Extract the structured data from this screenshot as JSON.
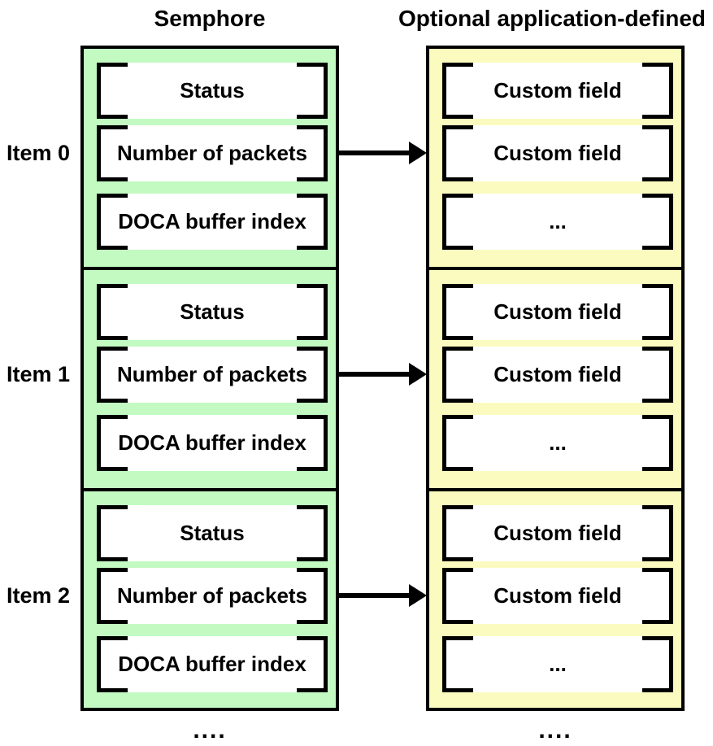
{
  "columns": {
    "semaphore": {
      "title": "Semphore",
      "fill": "#c2fac2",
      "ellipsis": "...."
    },
    "custom": {
      "title": "Optional application-defined",
      "fill": "#fbfbc0",
      "ellipsis": "...."
    }
  },
  "items": [
    {
      "label": "Item 0",
      "semaphore_fields": [
        "Status",
        "Number of packets",
        "DOCA buffer index"
      ],
      "custom_fields": [
        "Custom field",
        "Custom field",
        "..."
      ]
    },
    {
      "label": "Item 1",
      "semaphore_fields": [
        "Status",
        "Number of packets",
        "DOCA buffer index"
      ],
      "custom_fields": [
        "Custom field",
        "Custom field",
        "..."
      ]
    },
    {
      "label": "Item 2",
      "semaphore_fields": [
        "Status",
        "Number of packets",
        "DOCA buffer index"
      ],
      "custom_fields": [
        "Custom field",
        "Custom field",
        "..."
      ]
    }
  ]
}
